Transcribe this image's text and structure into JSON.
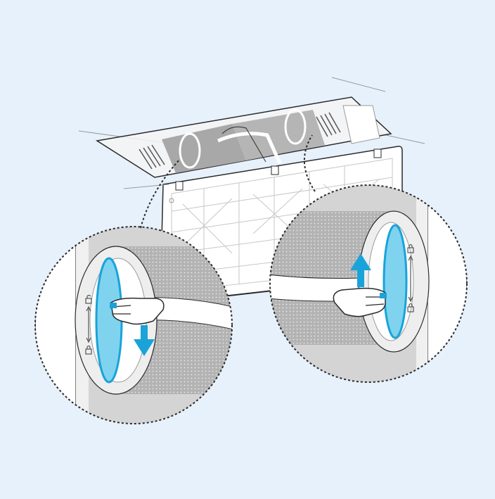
{
  "colors": {
    "background": "#e7f1fb",
    "panel_white": "#ffffff",
    "outline": "#2b2b2b",
    "filter_gray": "#bdbdbd",
    "filter_dark": "#9e9e9e",
    "shell_gray": "#d4d4d4",
    "ring_light": "#eeeeee",
    "accent_blue": "#1aa3d9",
    "accent_blue_light": "#7fd3ef",
    "hand_fill": "#ffffff"
  },
  "illustration": {
    "subject": "air-purifier-filter-replacement",
    "left_callout": {
      "action": "unlock-by-rotating-ring-down",
      "arrow_direction": "down",
      "icons": [
        "lock-open-icon",
        "double-arrow-vertical-icon",
        "lock-closed-icon"
      ]
    },
    "right_callout": {
      "action": "lock-by-rotating-ring-up",
      "arrow_direction": "up",
      "icons": [
        "lock-closed-icon",
        "double-arrow-vertical-icon",
        "lock-closed-icon"
      ]
    }
  }
}
